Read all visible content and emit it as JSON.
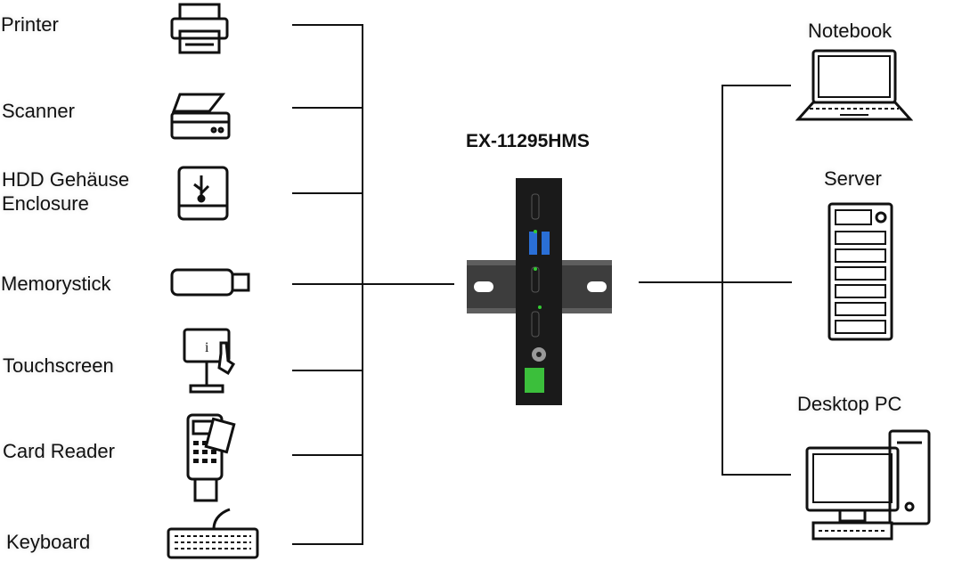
{
  "device": {
    "model": "EX-11295HMS"
  },
  "left_devices": [
    {
      "label": "Printer",
      "icon": "printer-icon"
    },
    {
      "label": "Scanner",
      "icon": "scanner-icon"
    },
    {
      "label": "HDD Gehäuse",
      "label2": "Enclosure",
      "icon": "usb-drive-icon"
    },
    {
      "label": "Memorystick",
      "icon": "usb-stick-icon"
    },
    {
      "label": "Touchscreen",
      "icon": "kiosk-icon"
    },
    {
      "label": "Card Reader",
      "icon": "card-reader-icon"
    },
    {
      "label": "Keyboard",
      "icon": "keyboard-icon"
    }
  ],
  "right_devices": [
    {
      "label": "Notebook",
      "icon": "laptop-icon"
    },
    {
      "label": "Server",
      "icon": "server-icon"
    },
    {
      "label": "Desktop PC",
      "icon": "desktop-icon"
    }
  ],
  "colors": {
    "line": "#111111",
    "device_body": "#1a1a1a",
    "usb_port": "#2a6fd6",
    "terminal": "#3bbf3b",
    "rail": "#6b6b6b"
  }
}
